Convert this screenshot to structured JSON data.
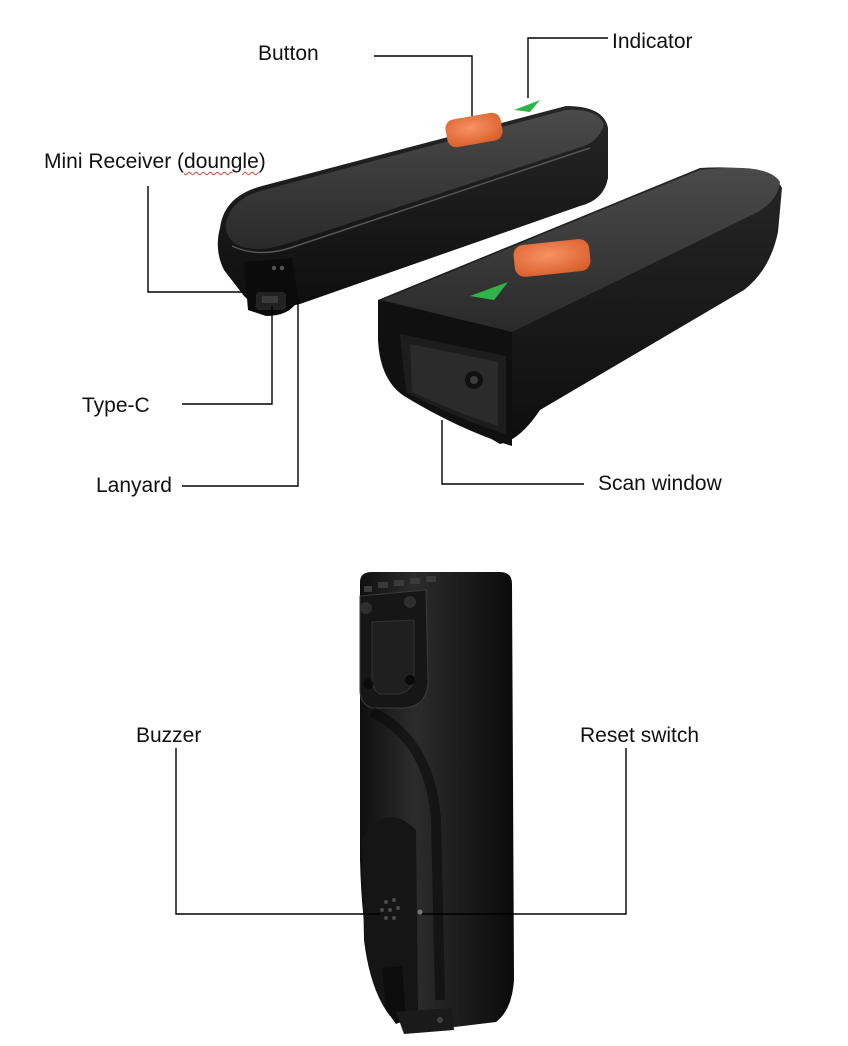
{
  "labels": {
    "button": "Button",
    "indicator": "Indicator",
    "mini_receiver_prefix": "Mini Receiver (",
    "mini_receiver_word": "doungle",
    "mini_receiver_suffix": ")",
    "type_c": "Type-C",
    "lanyard": "Lanyard",
    "scan_window": "Scan window",
    "buzzer": "Buzzer",
    "reset_switch": "Reset switch"
  },
  "colors": {
    "background": "#ffffff",
    "body": "#1b1b1b",
    "button_orange": "#f07a45",
    "indicator_green": "#2fb44a",
    "leader_line": "#000000"
  }
}
